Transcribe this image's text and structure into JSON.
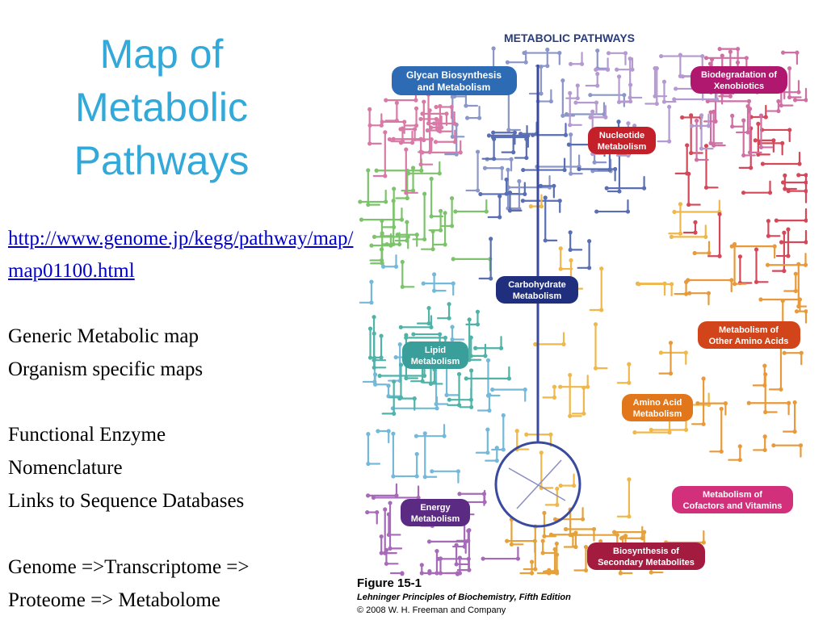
{
  "slide": {
    "title_lines": [
      "Map of",
      "Metabolic",
      "Pathways"
    ],
    "link": "http://www.genome.jp/kegg/pathway/map/map01100.html",
    "text_blocks": [
      [
        "Generic Metabolic map",
        "Organism specific maps"
      ],
      [
        "Functional Enzyme",
        "Nomenclature",
        "Links to Sequence Databases"
      ],
      [
        "Genome =>Transcriptome =>",
        "Proteome => Metabolome"
      ]
    ]
  },
  "figure": {
    "heading": "METABOLIC PATHWAYS",
    "labels": {
      "glycan": [
        "Glycan Biosynthesis",
        "and Metabolism"
      ],
      "xeno": [
        "Biodegradation of",
        "Xenobiotics"
      ],
      "nucleotide": [
        "Nucleotide",
        "Metabolism"
      ],
      "carbohydrate": [
        "Carbohydrate",
        "Metabolism"
      ],
      "lipid": [
        "Lipid",
        "Metabolism"
      ],
      "other_aa": [
        "Metabolism of",
        "Other Amino Acids"
      ],
      "amino_acid": [
        "Amino Acid",
        "Metabolism"
      ],
      "cofactors": [
        "Metabolism of",
        "Cofactors and Vitamins"
      ],
      "energy": [
        "Energy",
        "Metabolism"
      ],
      "secondary": [
        "Biosynthesis of",
        "Secondary Metabolites"
      ]
    },
    "colors": {
      "glycan": "#2d6bb5",
      "xeno": "#b0176f",
      "nucleotide": "#c4202a",
      "carbohydrate": "#1f2f7d",
      "lipid": "#3a9e9a",
      "other_aa": "#d2451a",
      "amino_acid": "#e2761b",
      "cofactors": "#d2307a",
      "energy": "#5b2a82",
      "secondary": "#a31c40",
      "heading": "#2a3d7a"
    },
    "caption": {
      "figure_number": "Figure 15-1",
      "source": "Lehninger Principles of Biochemistry, Fifth Edition",
      "copyright": "© 2008 W. H. Freeman and Company"
    }
  }
}
